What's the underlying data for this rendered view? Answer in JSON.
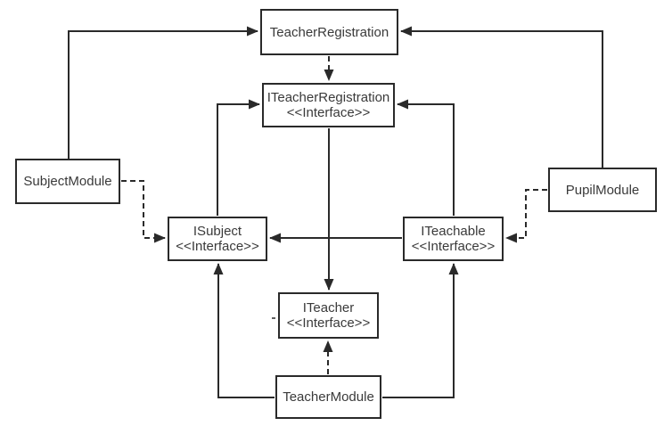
{
  "diagram": {
    "type": "uml-dependency-diagram",
    "colors": {
      "background": "#ffffff",
      "line": "#2a2a2a",
      "node_fill": "#ffffff",
      "text": "#3a3a3a"
    },
    "nodes": [
      {
        "id": "teacher-registration",
        "label": "TeacherRegistration",
        "stereotype": ""
      },
      {
        "id": "iteacher-registration",
        "label": "ITeacherRegistration",
        "stereotype": "<<Interface>>"
      },
      {
        "id": "subject-module",
        "label": "SubjectModule",
        "stereotype": ""
      },
      {
        "id": "pupil-module",
        "label": "PupilModule",
        "stereotype": ""
      },
      {
        "id": "isubject",
        "label": "ISubject",
        "stereotype": "<<Interface>>"
      },
      {
        "id": "iteachable",
        "label": "ITeachable",
        "stereotype": "<<Interface>>"
      },
      {
        "id": "iteacher",
        "label": "ITeacher",
        "stereotype": "<<Interface>>"
      },
      {
        "id": "teacher-module",
        "label": "TeacherModule",
        "stereotype": ""
      }
    ],
    "edges": [
      {
        "from": "SubjectModule",
        "to": "TeacherRegistration",
        "line": "solid"
      },
      {
        "from": "PupilModule",
        "to": "TeacherRegistration",
        "line": "solid"
      },
      {
        "from": "TeacherRegistration",
        "to": "ITeacherRegistration",
        "line": "dashed"
      },
      {
        "from": "ISubject",
        "to": "ITeacherRegistration",
        "line": "solid"
      },
      {
        "from": "ITeachable",
        "to": "ITeacherRegistration",
        "line": "solid"
      },
      {
        "from": "ITeacherRegistration",
        "to": "ITeacher",
        "line": "solid"
      },
      {
        "from": "ITeachable",
        "to": "ISubject",
        "line": "solid"
      },
      {
        "from": "SubjectModule",
        "to": "ISubject",
        "line": "dashed"
      },
      {
        "from": "PupilModule",
        "to": "ITeachable",
        "line": "dashed"
      },
      {
        "from": "TeacherModule",
        "to": "ITeacher",
        "line": "dashed"
      },
      {
        "from": "TeacherModule",
        "to": "ISubject",
        "line": "solid"
      },
      {
        "from": "TeacherModule",
        "to": "ITeachable",
        "line": "solid"
      }
    ]
  }
}
